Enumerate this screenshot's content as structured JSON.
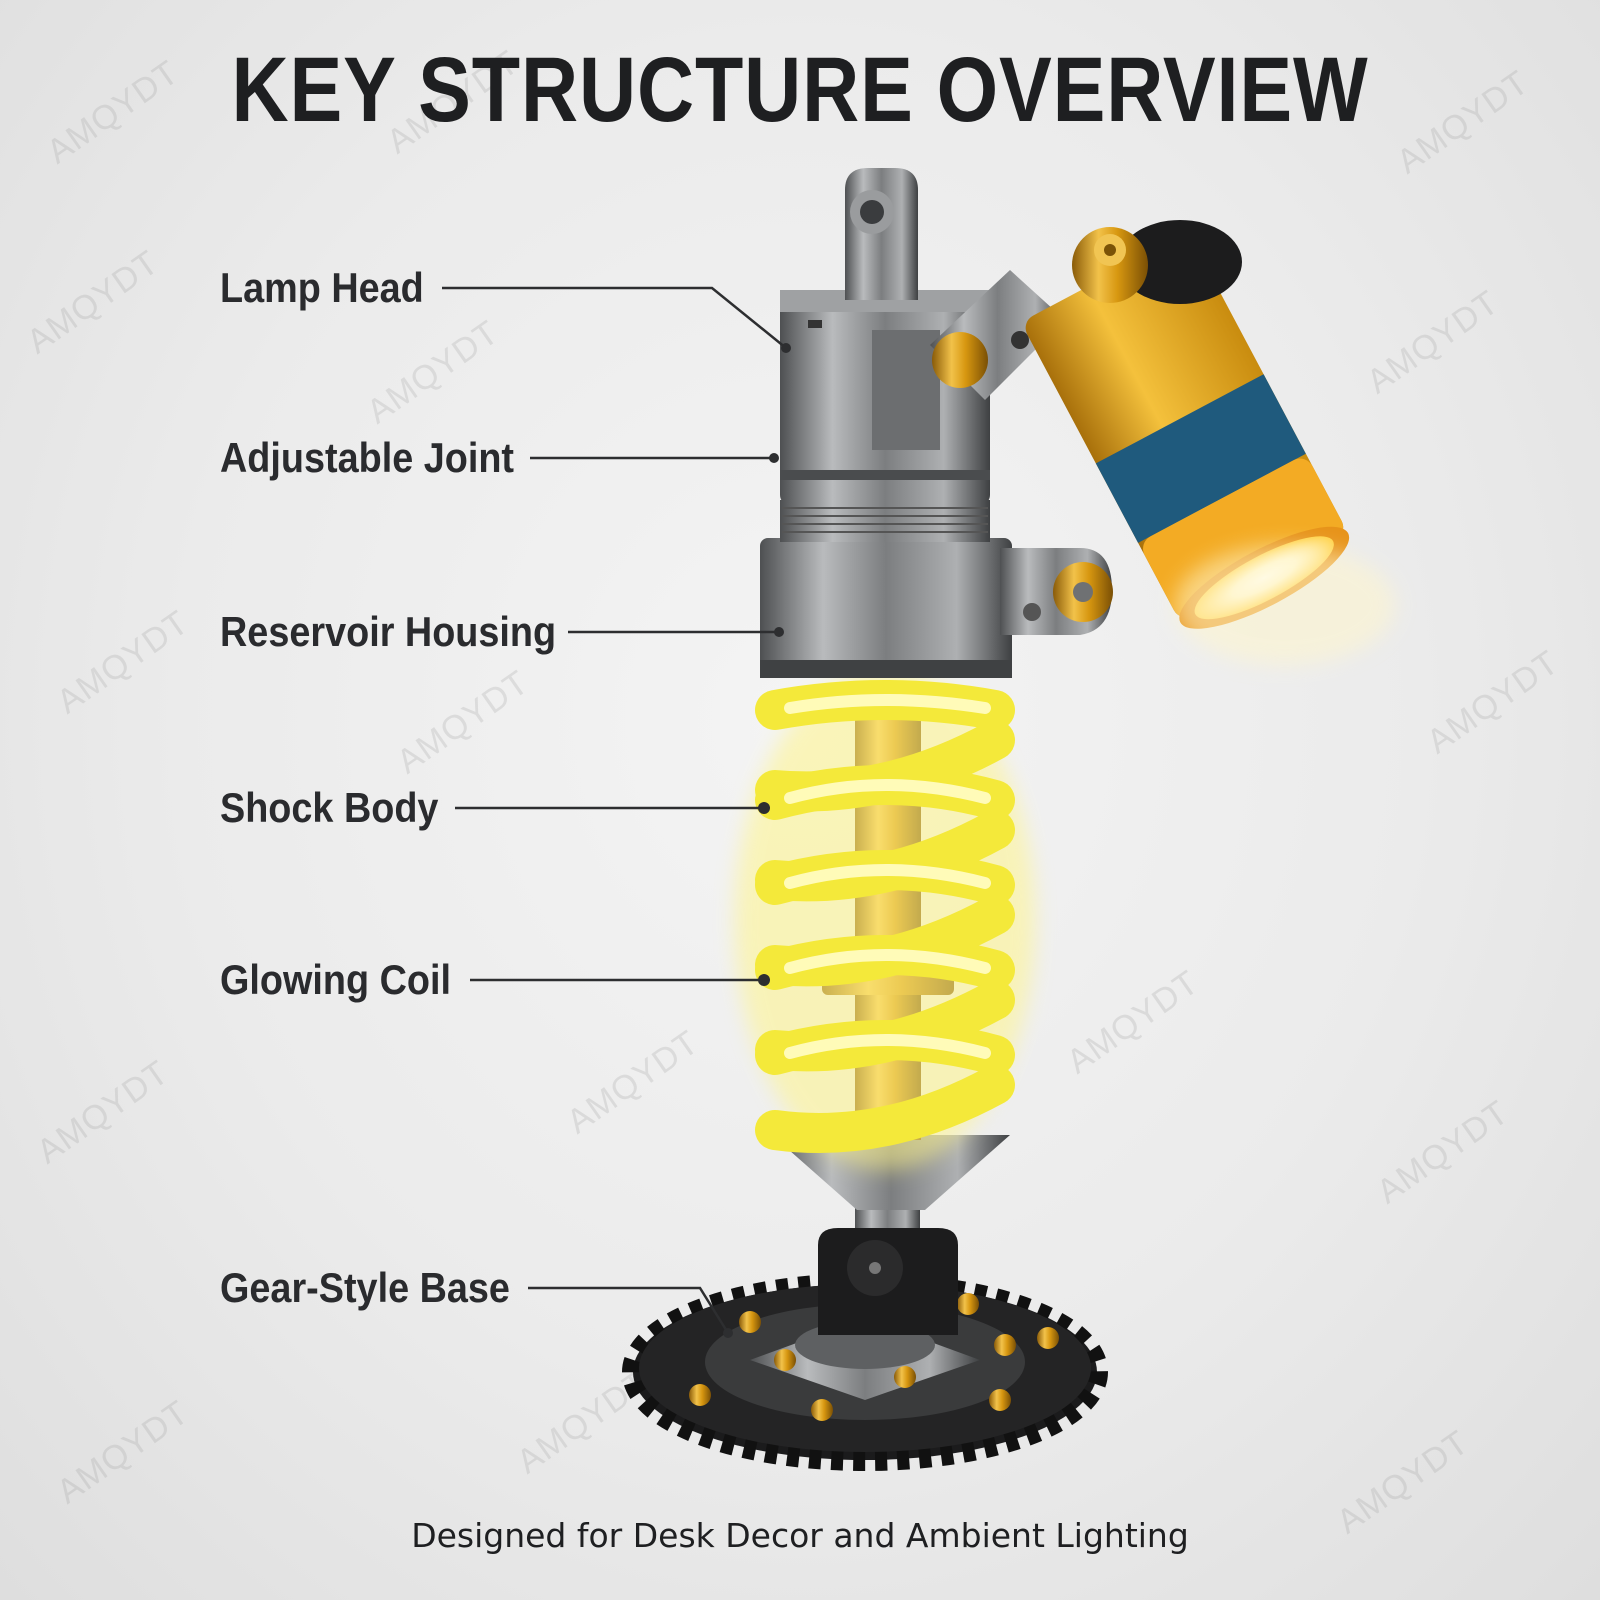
{
  "title": "KEY STRUCTURE OVERVIEW",
  "subtitle": "Designed for Desk Decor and Ambient Lighting",
  "labels": [
    {
      "id": "lamp-head",
      "text": "Lamp Head"
    },
    {
      "id": "adjustable-joint",
      "text": "Adjustable Joint"
    },
    {
      "id": "reservoir-housing",
      "text": "Reservoir Housing"
    },
    {
      "id": "shock-body",
      "text": "Shock Body"
    },
    {
      "id": "glowing-coil",
      "text": "Glowing Coil"
    },
    {
      "id": "gear-style-base",
      "text": "Gear-Style Base"
    }
  ],
  "watermark": "AMQYDT",
  "colors": {
    "text": "#1e1f21",
    "steel": "#8a8c8e",
    "gold": "#e6a817",
    "coil_glow": "#f6f04a",
    "label_band": "#1f5a7d",
    "gear": "#1b1b1c"
  }
}
